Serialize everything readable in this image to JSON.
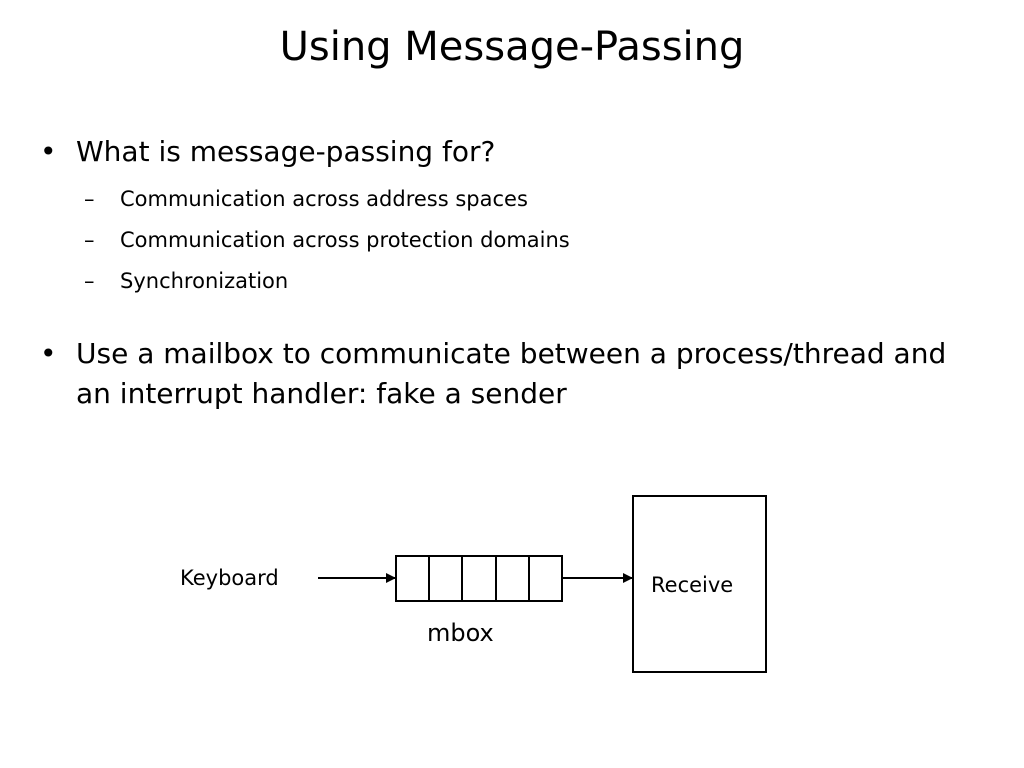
{
  "slide": {
    "title": "Using Message-Passing",
    "background_color": "#ffffff",
    "text_color": "#000000"
  },
  "body": {
    "bullets": [
      {
        "marker": "•",
        "text": "What is message-passing for?",
        "sub_marker": "–",
        "sub_items": [
          "Communication across address spaces",
          "Communication across protection domains",
          "Synchronization"
        ]
      },
      {
        "marker": "•",
        "text": "Use a mailbox to communicate between a process/thread and an interrupt handler: fake a sender",
        "sub_marker": "–",
        "sub_items": []
      }
    ]
  },
  "diagram": {
    "source_label": "Keyboard",
    "queue_label": "mbox",
    "sink_label": "Receive",
    "queue_cell_count": 5,
    "line_color": "#000000",
    "arrows": [
      {
        "name": "keyboard-to-mbox"
      },
      {
        "name": "mbox-to-receive"
      }
    ]
  }
}
